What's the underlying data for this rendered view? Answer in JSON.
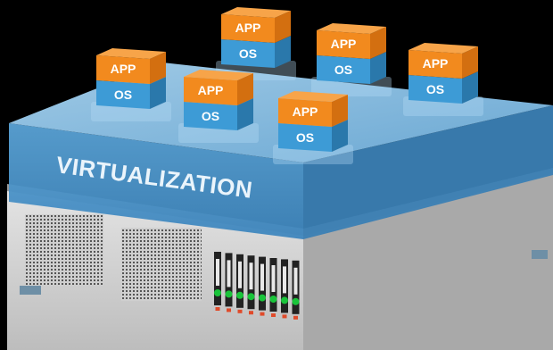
{
  "virtualization_layer": {
    "label": "VIRTUALIZATION"
  },
  "vm_stacks": [
    {
      "app_label": "APP",
      "os_label": "OS"
    },
    {
      "app_label": "APP",
      "os_label": "OS"
    },
    {
      "app_label": "APP",
      "os_label": "OS"
    },
    {
      "app_label": "APP",
      "os_label": "OS"
    },
    {
      "app_label": "APP",
      "os_label": "OS"
    },
    {
      "app_label": "APP",
      "os_label": "OS"
    }
  ],
  "server": {
    "drive_bay_count": 8
  },
  "colors": {
    "background": "#000000",
    "app_layer": "#f28a1e",
    "os_layer": "#3d9bd6",
    "virtualization_top": "#8fc6ea",
    "virtualization_side": "#4f93c7",
    "server_body": "#d7d7d7",
    "drive_led_green": "#19c43a",
    "drive_led_red": "#e04a2a"
  }
}
